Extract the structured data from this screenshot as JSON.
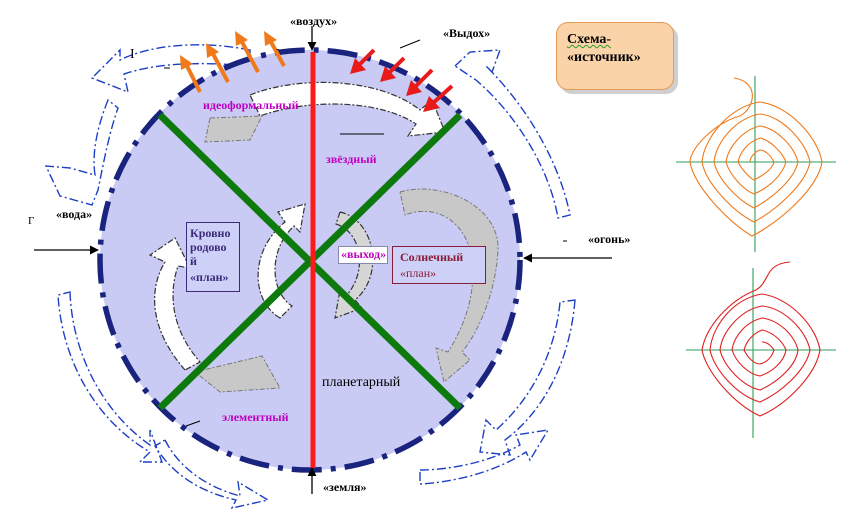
{
  "title": {
    "line1": "Схема-",
    "line2": "«источник»"
  },
  "directions": {
    "air": "«воздух»",
    "exit": "«Выдох»",
    "water": "«вода»",
    "fire": "«огонь»",
    "earth": "«земля»"
  },
  "planes": {
    "ideo": "идеоформальный",
    "star": "звёздный",
    "element": "элементный",
    "planetary": "планетарный"
  },
  "boxes": {
    "blood": [
      "Кровно",
      "родово",
      "й",
      "«план»"
    ],
    "solar": [
      "Солнечный",
      "«план»"
    ],
    "exit": "«выход»"
  },
  "stray_marks": {
    "text_cursor": "I",
    "left_hook": "Г",
    "dash": "-"
  },
  "colors": {
    "disk": "#c9cbf5",
    "rim": "#1a237e",
    "axis": "#ff1a1a",
    "diagonals": "#0e7a0e",
    "outflow_arrows": "#f07a1a",
    "inflow_arrows": "#e81a1a",
    "cycle_arrows": "#1d3fc4",
    "spiral_top": "#f07a1a",
    "spiral_bottom": "#e02020",
    "spiral_axes": "#2e9e5a",
    "label_accent": "#c000c0"
  }
}
